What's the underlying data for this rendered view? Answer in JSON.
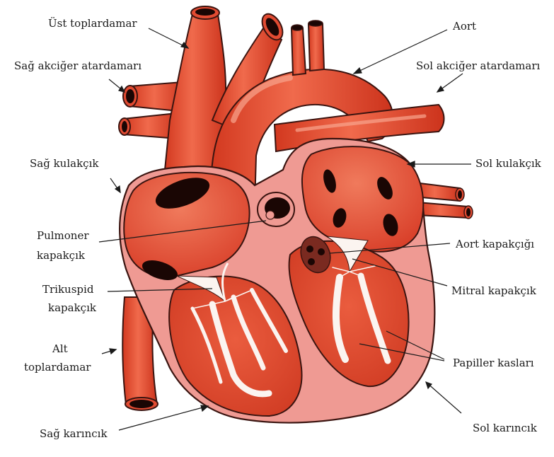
{
  "labels": {
    "ust_toplardamar": "Üst toplardamar",
    "aort": "Aort",
    "sag_akciger_atardamari": "Sağ akciğer atardamarı",
    "sol_akciger_atardamari": "Sol akciğer atardamarı",
    "sag_kulakcik": "Sağ kulakçık",
    "sol_kulakcik": "Sol kulakçık",
    "pulmoner_kapakcik_1": "Pulmoner",
    "pulmoner_kapakcik_2": "kapakçık",
    "aort_kapakcigi": "Aort kapakçığı",
    "trikuspid_kapakcik_1": "Trikuspid",
    "trikuspid_kapakcik_2": "kapakçık",
    "mitral_kapakcik": "Mitral kapakçık",
    "alt_toplardamar_1": "Alt",
    "alt_toplardamar_2": "toplardamar",
    "papiller_kaslari": "Papiller kasları",
    "sag_karincik": "Sağ karıncık",
    "sol_karincik": "Sol karıncık"
  },
  "colors": {
    "vessel": "#e24b32",
    "vessel_dark": "#c8301c",
    "highlight": "#f08c72",
    "chamber": "#e04a34",
    "myocardium": "#ef9a93",
    "outline": "#3a1410",
    "hole": "#1a0604",
    "tendon": "#fbf4f0"
  }
}
